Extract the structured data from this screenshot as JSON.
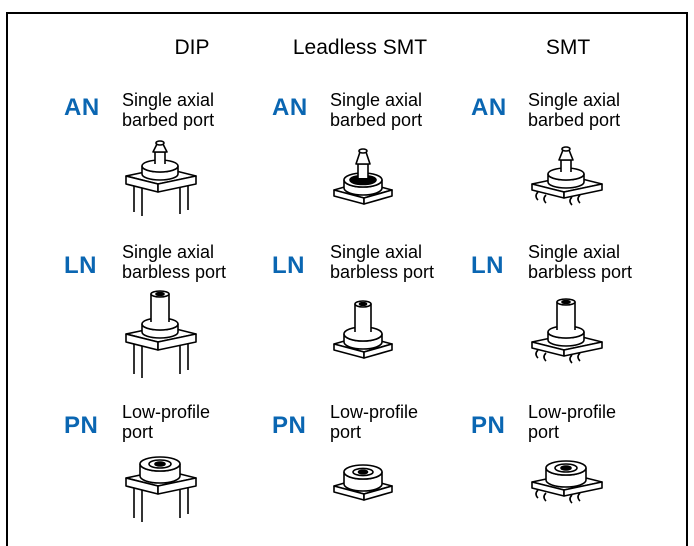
{
  "columns": [
    "DIP",
    "Leadless SMT",
    "SMT"
  ],
  "rows": [
    {
      "code": "AN",
      "label_line1": "Single axial",
      "label_line2": "barbed port"
    },
    {
      "code": "LN",
      "label_line1": "Single axial",
      "label_line2": "barbless port"
    },
    {
      "code": "PN",
      "label_line1": "Low-profile",
      "label_line2": "port"
    }
  ],
  "colors": {
    "code": "#0a66b2",
    "outline": "#000000"
  },
  "icons": {
    "dip_barbed": "dip-barbed-sensor-icon",
    "leadless_barbed": "leadless-barbed-sensor-icon",
    "smt_barbed": "smt-barbed-sensor-icon",
    "dip_barbless": "dip-barbless-sensor-icon",
    "leadless_barbless": "leadless-barbless-sensor-icon",
    "smt_barbless": "smt-barbless-sensor-icon",
    "dip_low": "dip-low-profile-sensor-icon",
    "leadless_low": "leadless-low-profile-sensor-icon",
    "smt_low": "smt-low-profile-sensor-icon"
  }
}
